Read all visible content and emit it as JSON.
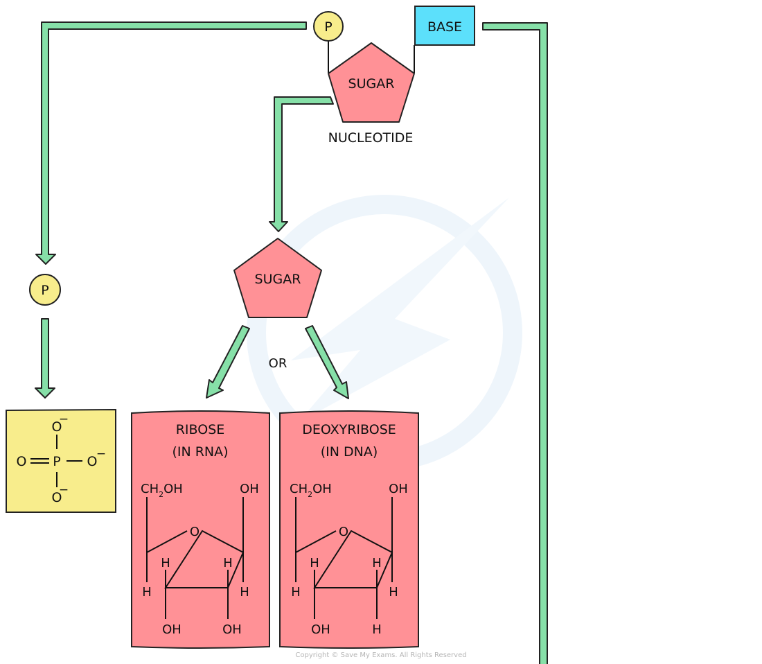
{
  "colors": {
    "arrow_fill": "#86e0a8",
    "sugar_fill": "#ff9196",
    "phosphate_fill": "#f8ed8c",
    "base_fill": "#5ce0fb",
    "outline": "#222222",
    "watermark": "#eef5fb"
  },
  "nucleotide": {
    "phosphate_label": "P",
    "sugar_label": "SUGAR",
    "base_label": "BASE",
    "caption": "NUCLEOTIDE"
  },
  "phosphate_branch": {
    "circle_label": "P",
    "structure": {
      "center_atom": "P",
      "top_atom": "O",
      "top_charge": "−",
      "right_atom": "O",
      "right_charge": "−",
      "bottom_atom": "O",
      "bottom_charge": "−",
      "left_atom": "O"
    }
  },
  "sugar_branch": {
    "sugar_label": "SUGAR",
    "connector": "OR",
    "options": [
      {
        "title": "RIBOSE",
        "subtitle": "(IN RNA)",
        "ring_oxygen": "O",
        "c4_top_group": "CH",
        "c4_top_group_sub": "2",
        "c4_top_group_tail": "OH",
        "c1_top_group": "OH",
        "c4_h": "H",
        "c3_h": "H",
        "c2_h": "H",
        "c1_h": "H",
        "c3_bottom": "OH",
        "c2_bottom": "OH"
      },
      {
        "title": "DEOXYRIBOSE",
        "subtitle": "(IN DNA)",
        "ring_oxygen": "O",
        "c4_top_group": "CH",
        "c4_top_group_sub": "2",
        "c4_top_group_tail": "OH",
        "c1_top_group": "OH",
        "c4_h": "H",
        "c3_h": "H",
        "c2_h": "H",
        "c1_h": "H",
        "c3_bottom": "OH",
        "c2_bottom": "H"
      }
    ]
  },
  "footer": {
    "copyright": "Copyright © Save My Exams. All Rights Reserved"
  }
}
